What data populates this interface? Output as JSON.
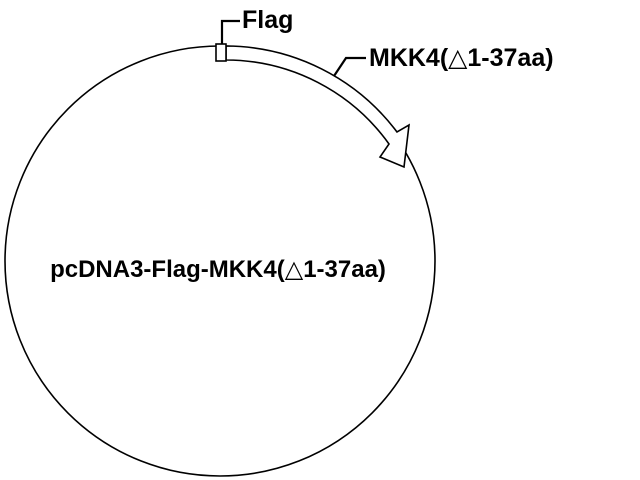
{
  "plasmid": {
    "name": "pcDNA3-Flag-MKK4(△1-37aa)"
  },
  "features": [
    {
      "label": "Flag"
    },
    {
      "label": "MKK4(△1-37aa)"
    }
  ],
  "colors": {
    "stroke": "#000000",
    "background": "#ffffff"
  }
}
